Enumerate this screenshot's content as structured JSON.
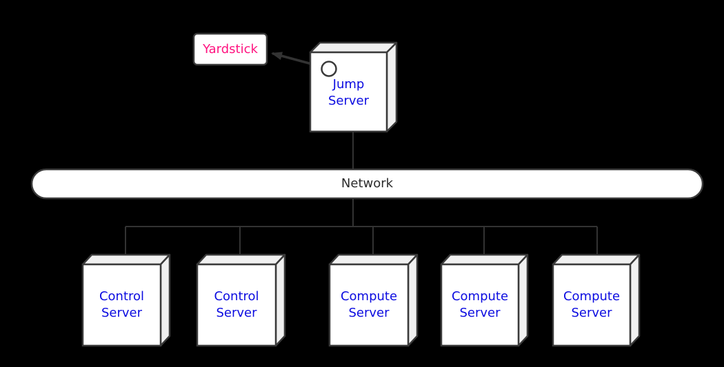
{
  "diagram": {
    "nodes": {
      "yardstick": {
        "label": "Yardstick",
        "text_color": "#ff1480"
      },
      "jump_server": {
        "label": "Jump Server",
        "text_color": "#0b0be0"
      },
      "network": {
        "label": "Network",
        "text_color": "#2b2b2b"
      },
      "servers": [
        {
          "label": "Control Server",
          "text_color": "#0b0be0"
        },
        {
          "label": "Control Server",
          "text_color": "#0b0be0"
        },
        {
          "label": "Compute Server",
          "text_color": "#0b0be0"
        },
        {
          "label": "Compute Server",
          "text_color": "#0b0be0"
        },
        {
          "label": "Compute Server",
          "text_color": "#0b0be0"
        }
      ]
    },
    "edges": [
      "jump-server to network",
      "network to bus",
      "bus to control-server-1",
      "bus to control-server-2",
      "bus to compute-server-1",
      "bus to compute-server-2",
      "bus to compute-server-3",
      "jump-server port to yardstick (arrow)"
    ],
    "colors": {
      "background": "#000000",
      "node_fill": "#ffffff",
      "node_side_fill": "#f0f0f0",
      "node_border": "#3a3a3a",
      "edge": "#333333"
    }
  }
}
